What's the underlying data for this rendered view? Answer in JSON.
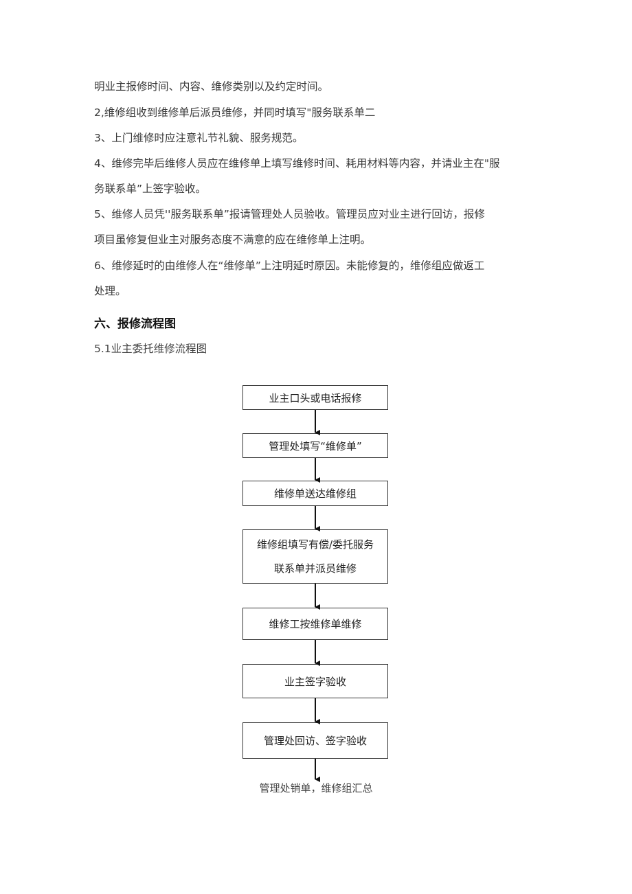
{
  "paragraphs": [
    "明业主报修时间、内容、维修类别以及约定时间。",
    "2,维修组收到维修单后派员维修，并同时填写\"服务联系单二",
    "3、上门维修时应注意礼节礼貌、服务规范。",
    "4、维修完毕后维修人员应在维修单上填写维修时间、耗用材料等内容，并请业主在\"服",
    "务联系单”上签字验收。",
    "5、维修人员凭''服务联系单”报请管理处人员验收。管理员应对业主进行回访，报修",
    "项目虽修复但业主对服务态度不满意的应在维修单上注明。",
    "6、维修延时的由维修人在“维修单”上注明延时原因。未能修复的，维修组应做返工",
    "处理。"
  ],
  "section_heading": "六、报修流程图",
  "subheading": "5.1业主委托维修流程图",
  "flowchart": {
    "steps": [
      {
        "lines": [
          "业主口头或电话报修"
        ]
      },
      {
        "lines": [
          "管理处填写“维修单”"
        ]
      },
      {
        "lines": [
          "维修单送达维修组"
        ]
      },
      {
        "lines": [
          "维修组填写有偿/委托服务",
          "联系单并派员维修"
        ]
      },
      {
        "lines": [
          "维修工按维修单维修"
        ]
      },
      {
        "lines": [
          "业主签字验收"
        ]
      },
      {
        "lines": [
          "管理处回访、签字验收"
        ]
      }
    ],
    "final_text": "管理处销单，维修组汇总"
  }
}
